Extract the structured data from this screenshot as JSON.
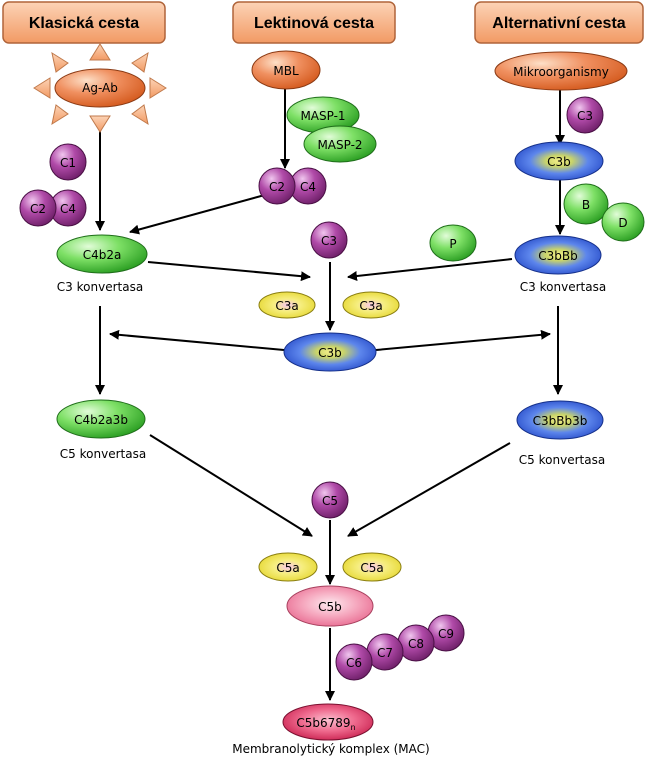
{
  "headers": {
    "classical": "Klasická cesta",
    "lectin": "Lektinová cesta",
    "alternative": "Alternativní cesta"
  },
  "nodes": {
    "ag_ab": "Ag-Ab",
    "mbl": "MBL",
    "mikroorganismy": "Mikroorganismy",
    "masp1": "MASP-1",
    "masp2": "MASP-2",
    "c1": "C1",
    "c2_left": "C2",
    "c4_left": "C4",
    "c2_mid": "C2",
    "c4_mid": "C4",
    "c3_top_right": "C3",
    "c3b_top_right": "C3b",
    "b": "B",
    "d": "D",
    "c4b2a": "C4b2a",
    "c3_center": "C3",
    "p": "P",
    "c3bbb": "C3bBb",
    "c3a_left": "C3a",
    "c3a_right": "C3a",
    "c3b_center": "C3b",
    "c4b2a3b": "C4b2a3b",
    "c3bbb3b": "C3bBb3b",
    "c5": "C5",
    "c5a_left": "C5a",
    "c5a_right": "C5a",
    "c5b": "C5b",
    "c6": "C6",
    "c7": "C7",
    "c8": "C8",
    "c9": "C9",
    "mac_main": "C5b6789",
    "mac_sub": "n"
  },
  "labels": {
    "c3_konvertasa_left": "C3 konvertasa",
    "c3_konvertasa_right": "C3 konvertasa",
    "c5_konvertasa_left": "C5 konvertasa",
    "c5_konvertasa_right": "C5 konvertasa",
    "mac_label": "Membranolytický komplex (MAC)"
  },
  "colors": {
    "header_fill": "#f6b48a",
    "header_border": "#b0643a",
    "orange": "#e9733a",
    "purple": "#a83d9e",
    "green": "#5fd64a",
    "blue": "#3b63e0",
    "yellow": "#f2e84a",
    "pink": "#ef7fa0",
    "red_pink": "#e8406a"
  }
}
